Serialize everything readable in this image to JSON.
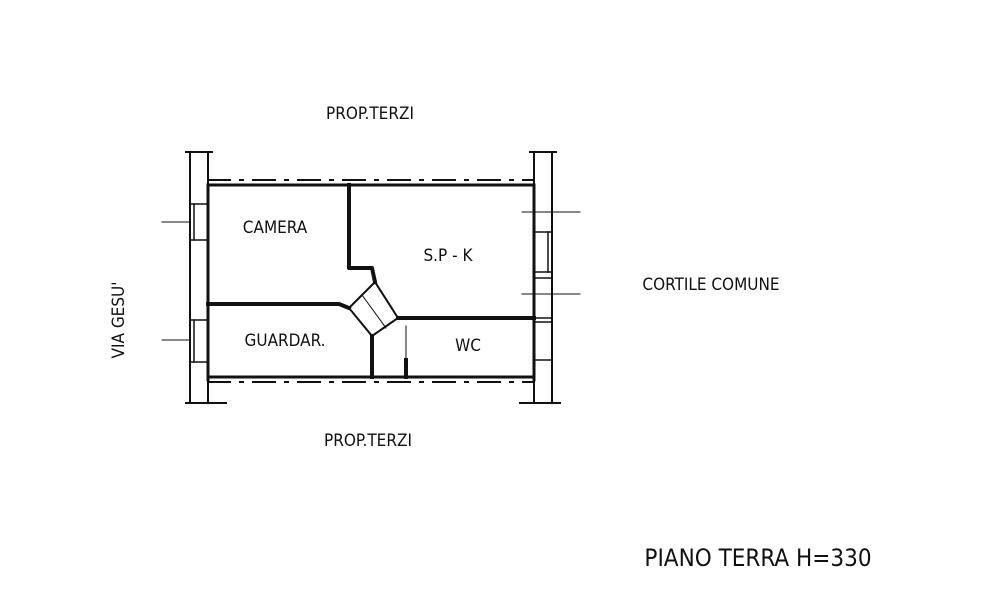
{
  "labels": {
    "north": "PROP.TERZI",
    "south": "PROP.TERZI",
    "west": "VIA GESU'",
    "east": "CORTILE COMUNE",
    "footer": "PIANO TERRA H=330"
  },
  "rooms": {
    "camera": "CAMERA",
    "spk": "S.P - K",
    "guardar": "GUARDAR.",
    "wc": "WC"
  },
  "colors": {
    "ink": "#111111",
    "paper": "#ffffff"
  }
}
